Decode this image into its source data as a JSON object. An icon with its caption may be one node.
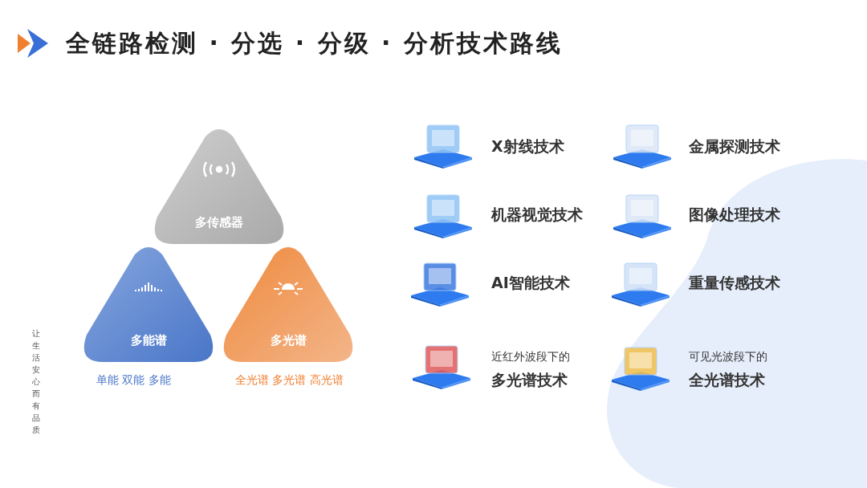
{
  "diagram": {
    "title": "全链路检测 · 分选 · 分级 · 分析技术路线",
    "nodes": [
      {
        "text": [
          "多传感器"
        ]
      },
      {
        "text": [
          "多能谱"
        ],
        "beside": [
          "单能 双能 多能"
        ]
      },
      {
        "text": [
          "多光谱"
        ],
        "beside": [
          "全光谱 多光谱 高光谱"
        ]
      }
    ],
    "edges": [],
    "labels": [
      "X射线技术",
      "金属探测技术",
      "机器视觉技术",
      "图像处理技术",
      "AI智能技术",
      "重量传感技术",
      "近红外波段下的",
      "多光谱技术",
      "可见光波段下的",
      "全光谱技术",
      "让生活安心而有品质"
    ]
  }
}
